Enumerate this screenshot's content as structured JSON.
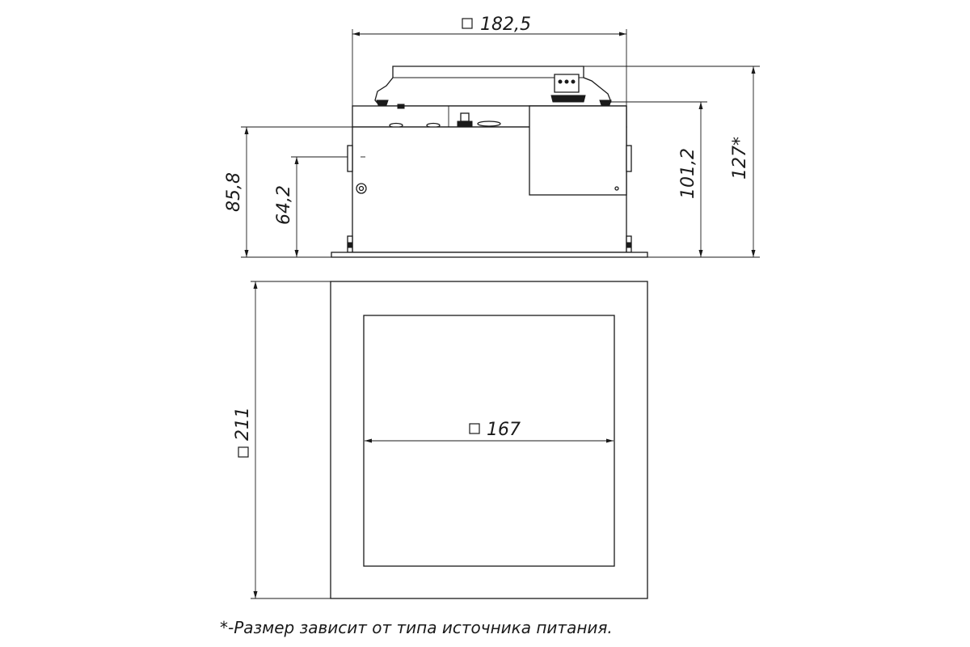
{
  "dimensions": {
    "width_top": "182,5",
    "height_total": "127*",
    "height_body": "101,2",
    "height_housing": "85,8",
    "height_mount": "64,2",
    "frame_outer": "211",
    "frame_inner": "167"
  },
  "note": "*-Размер зависит от типа источника питания.",
  "colors": {
    "line": "#1a1a1a",
    "background": "#ffffff"
  }
}
